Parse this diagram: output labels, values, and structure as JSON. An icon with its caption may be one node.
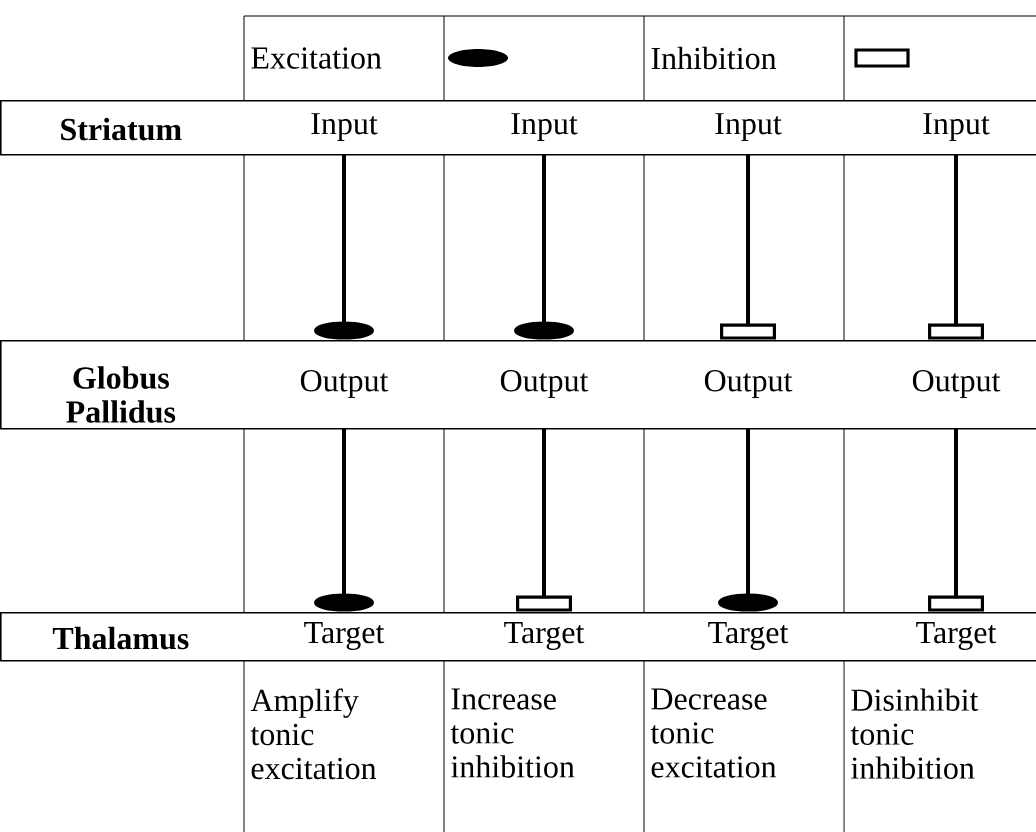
{
  "diagram": {
    "nodes": [
      {
        "text": [
          "Striatum"
        ]
      },
      {
        "text": [
          "Input"
        ],
        "in": 0
      },
      {
        "text": [
          "Input"
        ],
        "in": 0
      },
      {
        "text": [
          "Input"
        ],
        "in": 0
      },
      {
        "text": [
          "Input"
        ],
        "in": 0
      },
      {
        "text": [
          "Globus Pallidus"
        ]
      },
      {
        "text": [
          "Output"
        ],
        "in": 5
      },
      {
        "text": [
          "Output"
        ],
        "in": 5
      },
      {
        "text": [
          "Output"
        ],
        "in": 5
      },
      {
        "text": [
          "Output"
        ],
        "in": 5
      },
      {
        "text": [
          "Thalamus"
        ]
      },
      {
        "text": [
          "Target"
        ],
        "in": 10
      },
      {
        "text": [
          "Target"
        ],
        "in": 10
      },
      {
        "text": [
          "Target"
        ],
        "in": 10
      },
      {
        "text": [
          "Target"
        ],
        "in": 10
      }
    ],
    "edges": [
      {
        "from": 1,
        "to": 6,
        "arrow": "other"
      },
      {
        "from": 2,
        "to": 7,
        "arrow": "other"
      },
      {
        "from": 3,
        "to": 8,
        "arrow": "other"
      },
      {
        "from": 4,
        "to": 9,
        "arrow": "other"
      },
      {
        "from": 6,
        "to": 11,
        "arrow": "other"
      },
      {
        "from": 7,
        "to": 12,
        "arrow": "other"
      },
      {
        "from": 8,
        "to": 13,
        "arrow": "other"
      },
      {
        "from": 9,
        "to": 14,
        "arrow": "other"
      }
    ],
    "labels": [
      "Amplify tonic excitation",
      "Increase tonic inhibition",
      "Decrease tonic excitation",
      "Disinhibit tonic inhibition"
    ],
    "legend": [
      {
        "text": "Excitation"
      },
      {
        "text": "Inhibition"
      }
    ]
  }
}
